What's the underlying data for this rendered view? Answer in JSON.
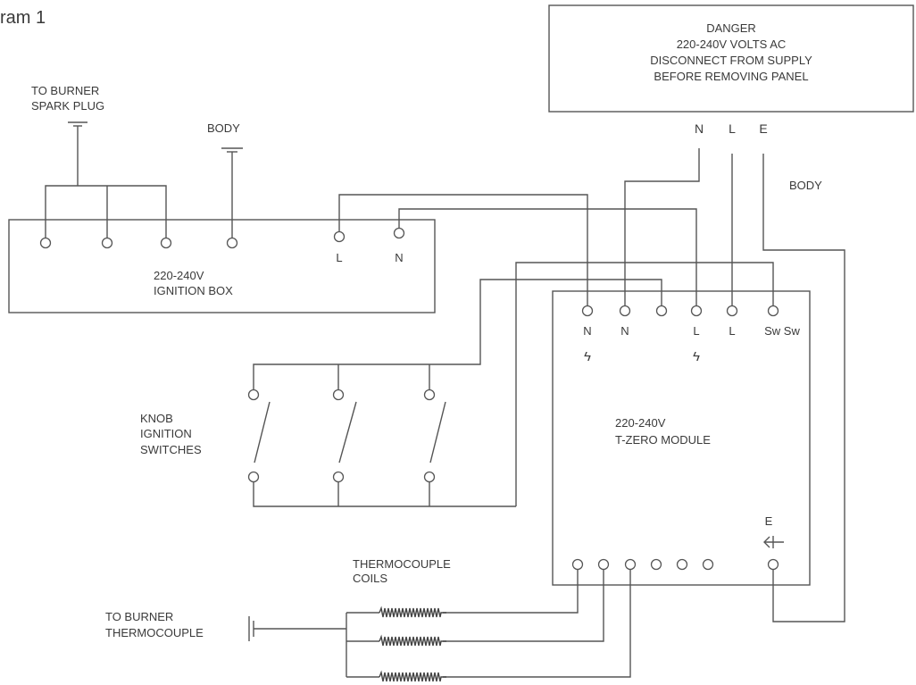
{
  "diagram_title": "ram 1",
  "danger": {
    "line1": "DANGER",
    "line2": "220-240V VOLTS AC",
    "line3": "DISCONNECT FROM SUPPLY",
    "line4": "BEFORE REMOVING PANEL"
  },
  "supply_labels": {
    "n": "N",
    "l": "L",
    "e": "E"
  },
  "body_right": "BODY",
  "body_left": "BODY",
  "spark_plug": {
    "line1": "TO BURNER",
    "line2": "SPARK PLUG"
  },
  "ignition_box": {
    "line1": "220-240V",
    "line2": "IGNITION BOX",
    "term_l": "L",
    "term_n": "N"
  },
  "knob": {
    "line1": "KNOB",
    "line2": "IGNITION",
    "line3": "SWITCHES"
  },
  "module": {
    "line1": "220-240V",
    "line2": "T-ZERO MODULE",
    "t1": "N",
    "t2": "N",
    "t3": "L",
    "t4": "L",
    "t5": "Sw Sw",
    "earth": "E",
    "bolt": "ϟ"
  },
  "thermocouple_coils": {
    "line1": "THERMOCOUPLE",
    "line2": "COILS"
  },
  "thermocouple": {
    "line1": "TO BURNER",
    "line2": "THERMOCOUPLE"
  }
}
